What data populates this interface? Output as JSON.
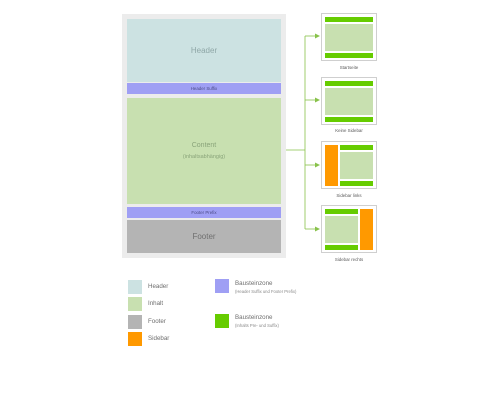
{
  "layout": {
    "header_label": "Header",
    "header_suffix_label": "Header Suffix",
    "content_label": "Content",
    "content_sub_label": "(inhaltsabhängig)",
    "footer_prefix_label": "Footer Prefix",
    "footer_label": "Footer"
  },
  "variants": [
    {
      "caption": "Startseite",
      "sidebar": "none"
    },
    {
      "caption": "Keine Sidebar",
      "sidebar": "none"
    },
    {
      "caption": "Sidebar links",
      "sidebar": "left"
    },
    {
      "caption": "Sidebar rechts",
      "sidebar": "right"
    }
  ],
  "legend": {
    "header": "Header",
    "inhalt": "Inhalt",
    "footer": "Footer",
    "sidebar": "Sidebar",
    "baustein_zone_1": "Bausteinzone",
    "baustein_zone_1_sub": "(Header Suffix und Footer Prefix)",
    "baustein_zone_2": "Bausteinzone",
    "baustein_zone_2_sub": "(Inhalts Pre- und Suffix)"
  },
  "colors": {
    "header": "#cce2e2",
    "inhalt": "#c8e0b0",
    "footer": "#b4b4b4",
    "sidebar": "#ff9900",
    "baustein_blue": "#9f9ff4",
    "baustein_green": "#66cc00",
    "connector": "#88c24a"
  }
}
